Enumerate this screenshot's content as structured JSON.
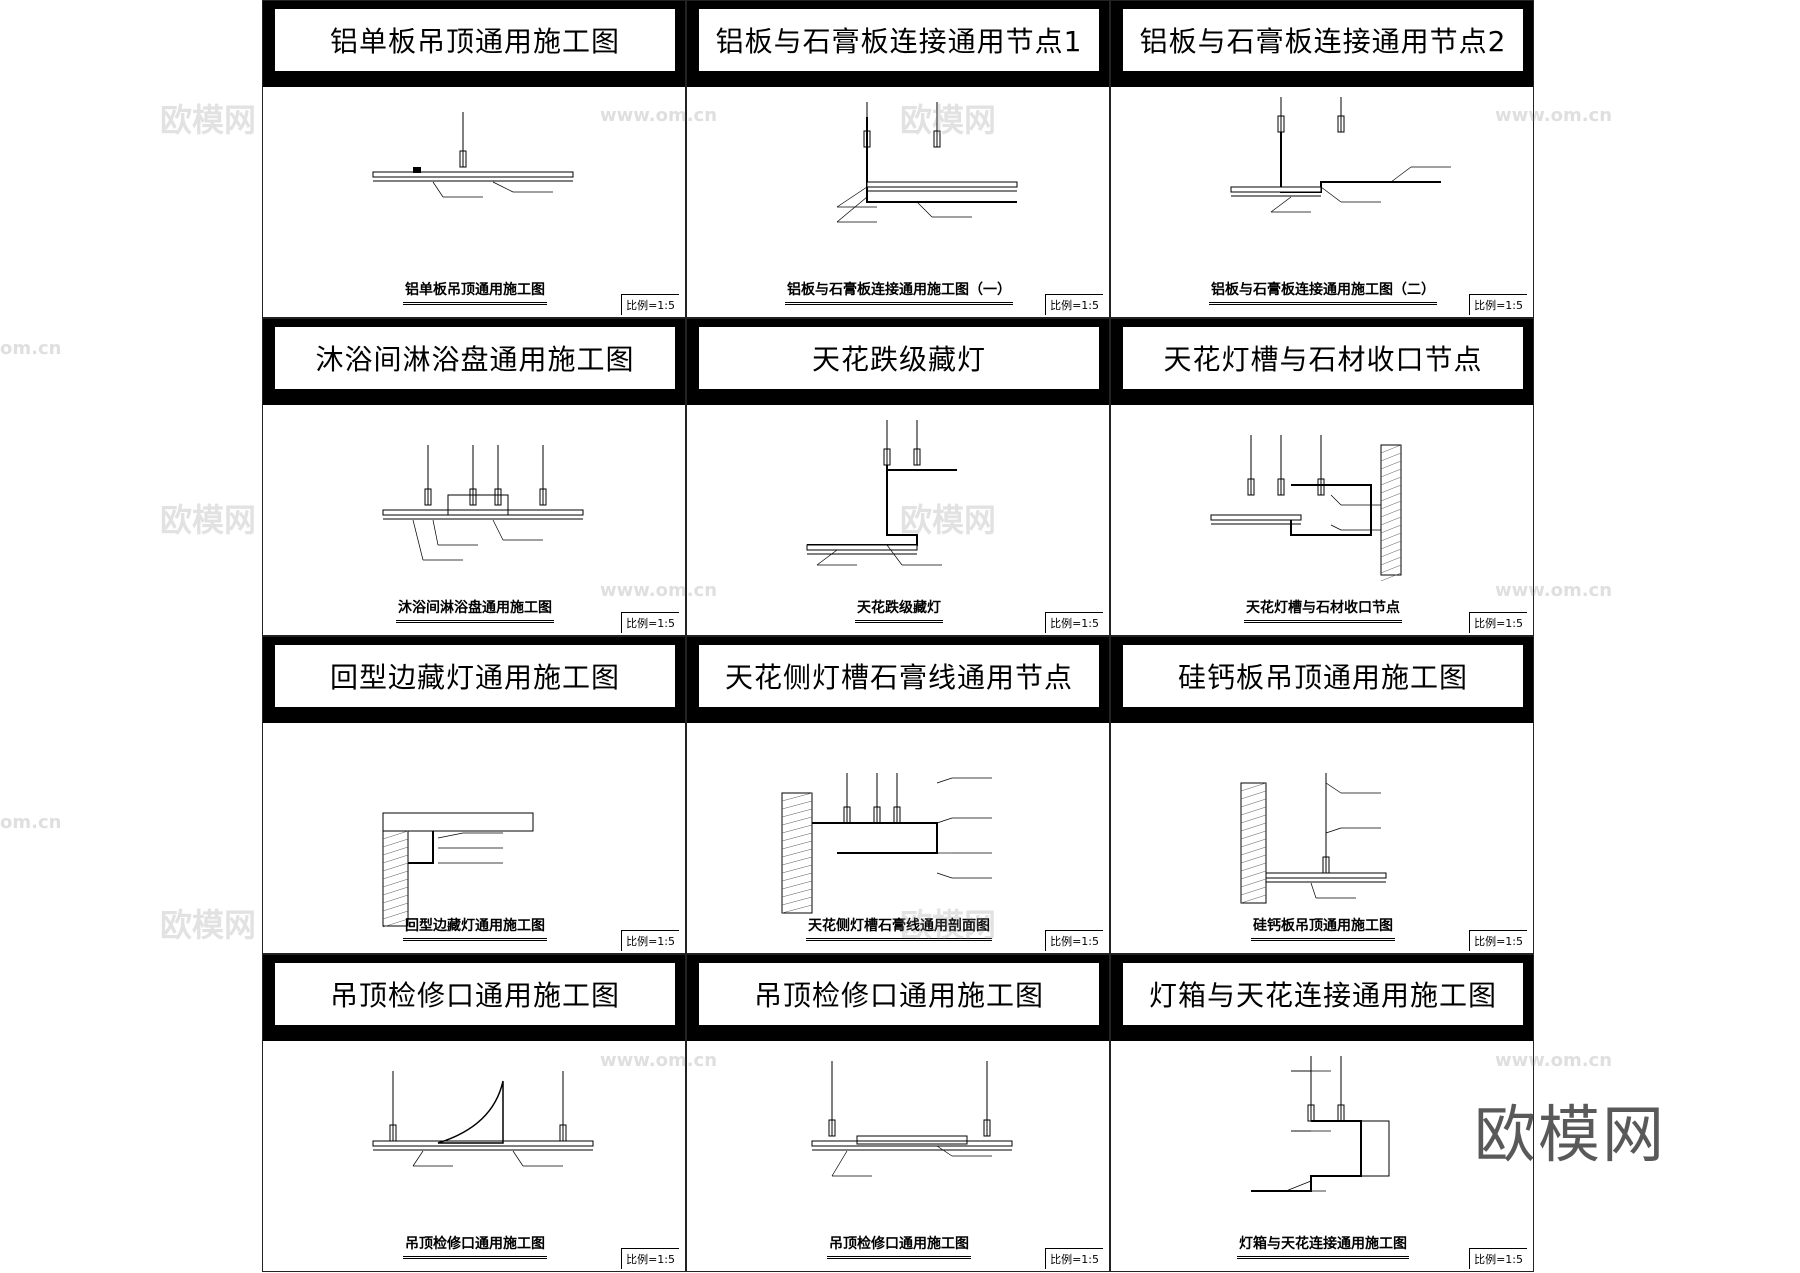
{
  "scale_label": "比例=1:5",
  "watermark": {
    "logo": "欧模网",
    "url": "www.om.cn",
    "url_edge": "om.cn"
  },
  "panels": [
    {
      "title": "铝单板吊顶通用施工图",
      "caption": "铝单板吊顶通用施工图"
    },
    {
      "title": "铝板与石膏板连接通用节点1",
      "caption": "铝板与石膏板连接通用施工图（一）"
    },
    {
      "title": "铝板与石膏板连接通用节点2",
      "caption": "铝板与石膏板连接通用施工图（二）"
    },
    {
      "title": "沐浴间淋浴盘通用施工图",
      "caption": "沐浴间淋浴盘通用施工图"
    },
    {
      "title": "天花跌级藏灯",
      "caption": "天花跌级藏灯"
    },
    {
      "title": "天花灯槽与石材收口节点",
      "caption": "天花灯槽与石材收口节点"
    },
    {
      "title": "回型边藏灯通用施工图",
      "caption": "回型边藏灯通用施工图"
    },
    {
      "title": "天花侧灯槽石膏线通用节点",
      "caption": "天花侧灯槽石膏线通用剖面图"
    },
    {
      "title": "硅钙板吊顶通用施工图",
      "caption": "硅钙板吊顶通用施工图"
    },
    {
      "title": "吊顶检修口通用施工图",
      "caption": "吊顶检修口通用施工图"
    },
    {
      "title": "吊顶检修口通用施工图",
      "caption": "吊顶检修口通用施工图"
    },
    {
      "title": "灯箱与天花连接通用施工图",
      "caption": "灯箱与天花连接通用施工图"
    }
  ]
}
